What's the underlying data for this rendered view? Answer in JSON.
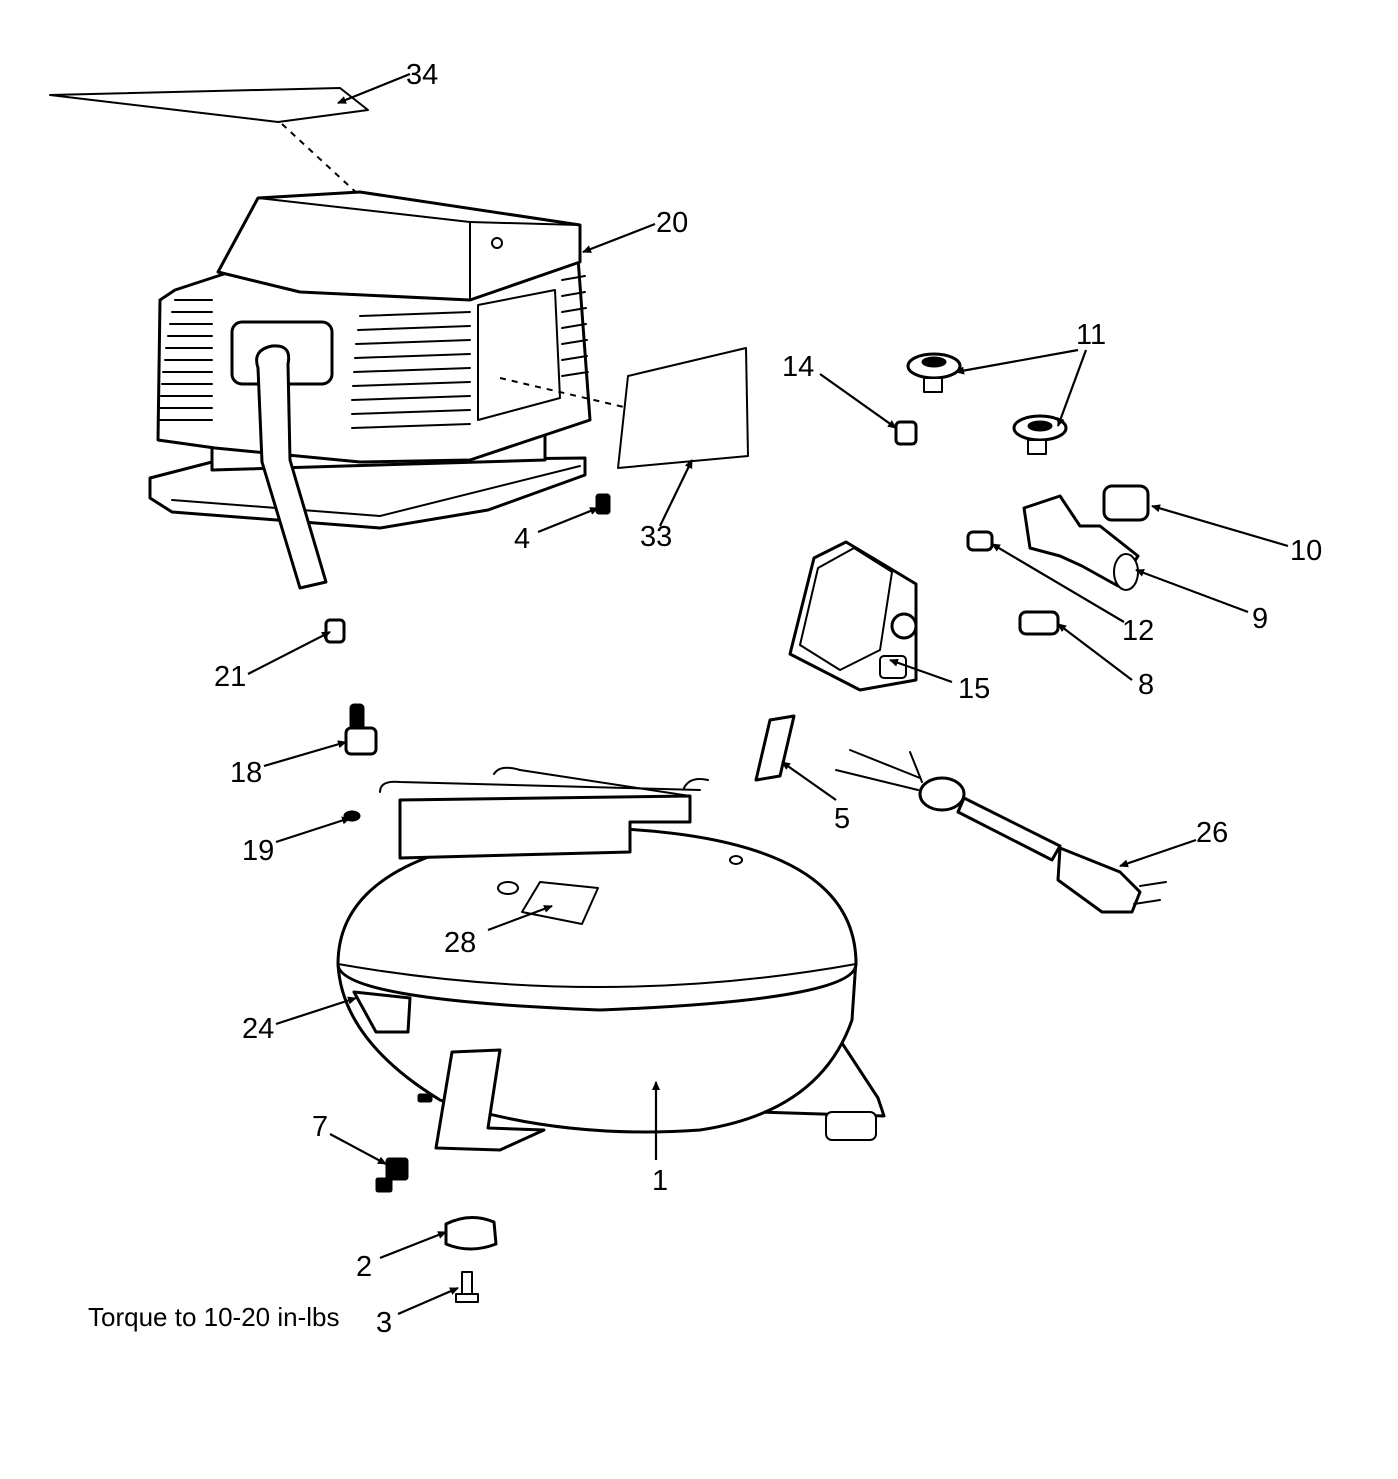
{
  "callouts": {
    "p1": "1",
    "p2": "2",
    "p3": "3",
    "p4": "4",
    "p5": "5",
    "p7": "7",
    "p8": "8",
    "p9": "9",
    "p10": "10",
    "p11": "11",
    "p12": "12",
    "p14": "14",
    "p15": "15",
    "p18": "18",
    "p19": "19",
    "p20": "20",
    "p21": "21",
    "p24": "24",
    "p26": "26",
    "p28": "28",
    "p33": "33",
    "p34": "34"
  },
  "note": "Torque to 10-20 in-lbs"
}
